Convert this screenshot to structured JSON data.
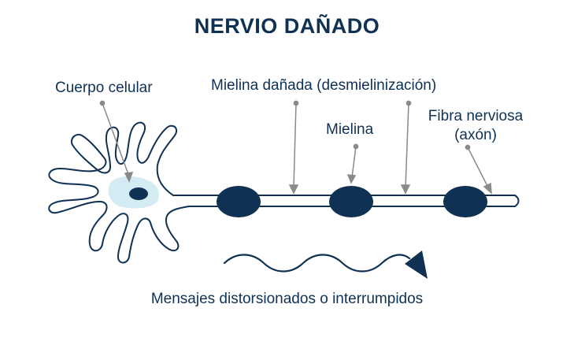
{
  "title": "NERVIO DAÑADO",
  "labels": {
    "cell_body": "Cuerpo celular",
    "damaged_myelin": "Mielina dañada (desmielinización)",
    "myelin": "Mielina",
    "nerve_fiber_line1": "Fibra nerviosa",
    "nerve_fiber_line2": "(axón)",
    "messages": "Mensajes distorsionados o interrumpidos"
  },
  "colors": {
    "navy": "#0e3154",
    "nucleus_fill": "#d3ecf3",
    "pointer": "#8a8a8a"
  }
}
